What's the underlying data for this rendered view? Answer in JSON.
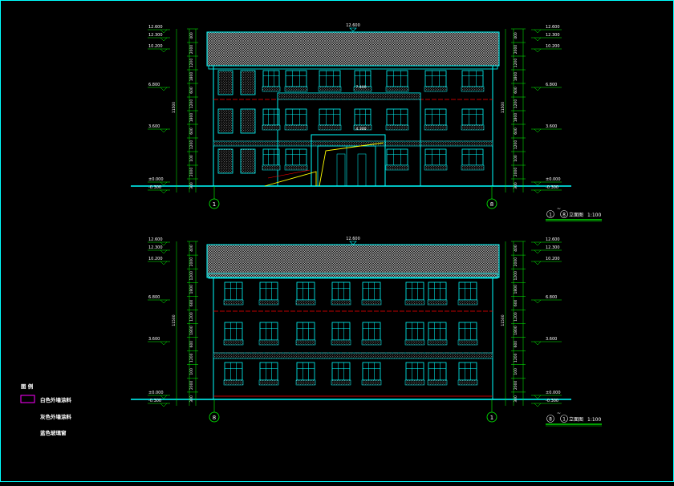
{
  "drawing": {
    "background": "#000000",
    "colors": {
      "outline": "#00ffff",
      "dim": "#00ff00",
      "text": "#ffffff",
      "grid": "#ff0000",
      "accent": "#ffff00",
      "magenta": "#ff00ff",
      "roof": "#b8b8b8"
    }
  },
  "front_elevation": {
    "top_width": "12.600",
    "levels": [
      "12.600",
      "12.300",
      "10.200",
      "6.800",
      "3.600",
      "±0.000",
      "-0.300"
    ],
    "right_levels": [
      "12.600",
      "12.300",
      "10.200",
      "6.800",
      "3.600",
      "±0.000",
      "-0.300"
    ],
    "canopy_upper": "7.400",
    "canopy_lower": "4.300",
    "total_height": "11500",
    "segments": [
      "400",
      "2000",
      "1200",
      "1800",
      "600",
      "1200",
      "1800",
      "600",
      "1200",
      "100",
      "2000",
      "300"
    ],
    "axis_left": "1",
    "axis_right": "8",
    "title_from": "1",
    "title_to": "8",
    "title_text": "立面图",
    "scale": "1:100"
  },
  "back_elevation": {
    "top_width": "12.600",
    "levels": [
      "12.600",
      "12.300",
      "10.200",
      "6.800",
      "3.600",
      "±0.000",
      "-0.300"
    ],
    "right_levels": [
      "12.600",
      "12.300",
      "10.200",
      "6.800",
      "3.600",
      "±0.000",
      "-0.300"
    ],
    "total_height": "11500",
    "segments": [
      "400",
      "2000",
      "1200",
      "1800",
      "600",
      "1200",
      "1800",
      "600",
      "1200",
      "100",
      "2000",
      "300"
    ],
    "axis_left": "8",
    "axis_right": "1",
    "title_from": "8",
    "title_to": "1",
    "title_text": "立面图",
    "scale": "1:100"
  },
  "legend": {
    "title": "图 例",
    "items": [
      "白色外墙涂料",
      "灰色外墙涂料",
      "蓝色玻璃窗"
    ]
  }
}
